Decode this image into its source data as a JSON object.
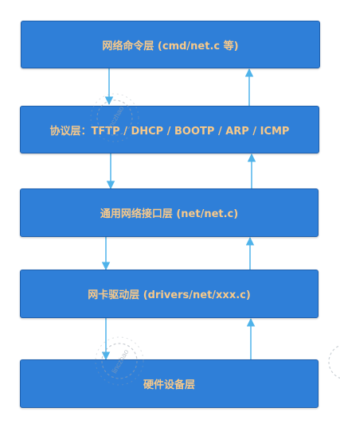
{
  "layers": [
    {
      "label": "网络命令层 (cmd/net.c 等)"
    },
    {
      "label": "协议层：TFTP / DHCP / BOOTP / ARP / ICMP"
    },
    {
      "label": "通用网络接口层 (net/net.c)"
    },
    {
      "label": "网卡驱动层 (drivers/net/xxx.c)"
    },
    {
      "label": "硬件设备层"
    }
  ],
  "watermark": {
    "text": "linczhao"
  },
  "colors": {
    "box": "#2f7fd8",
    "text": "#f7c98a",
    "arrow": "#4fb3ea"
  }
}
